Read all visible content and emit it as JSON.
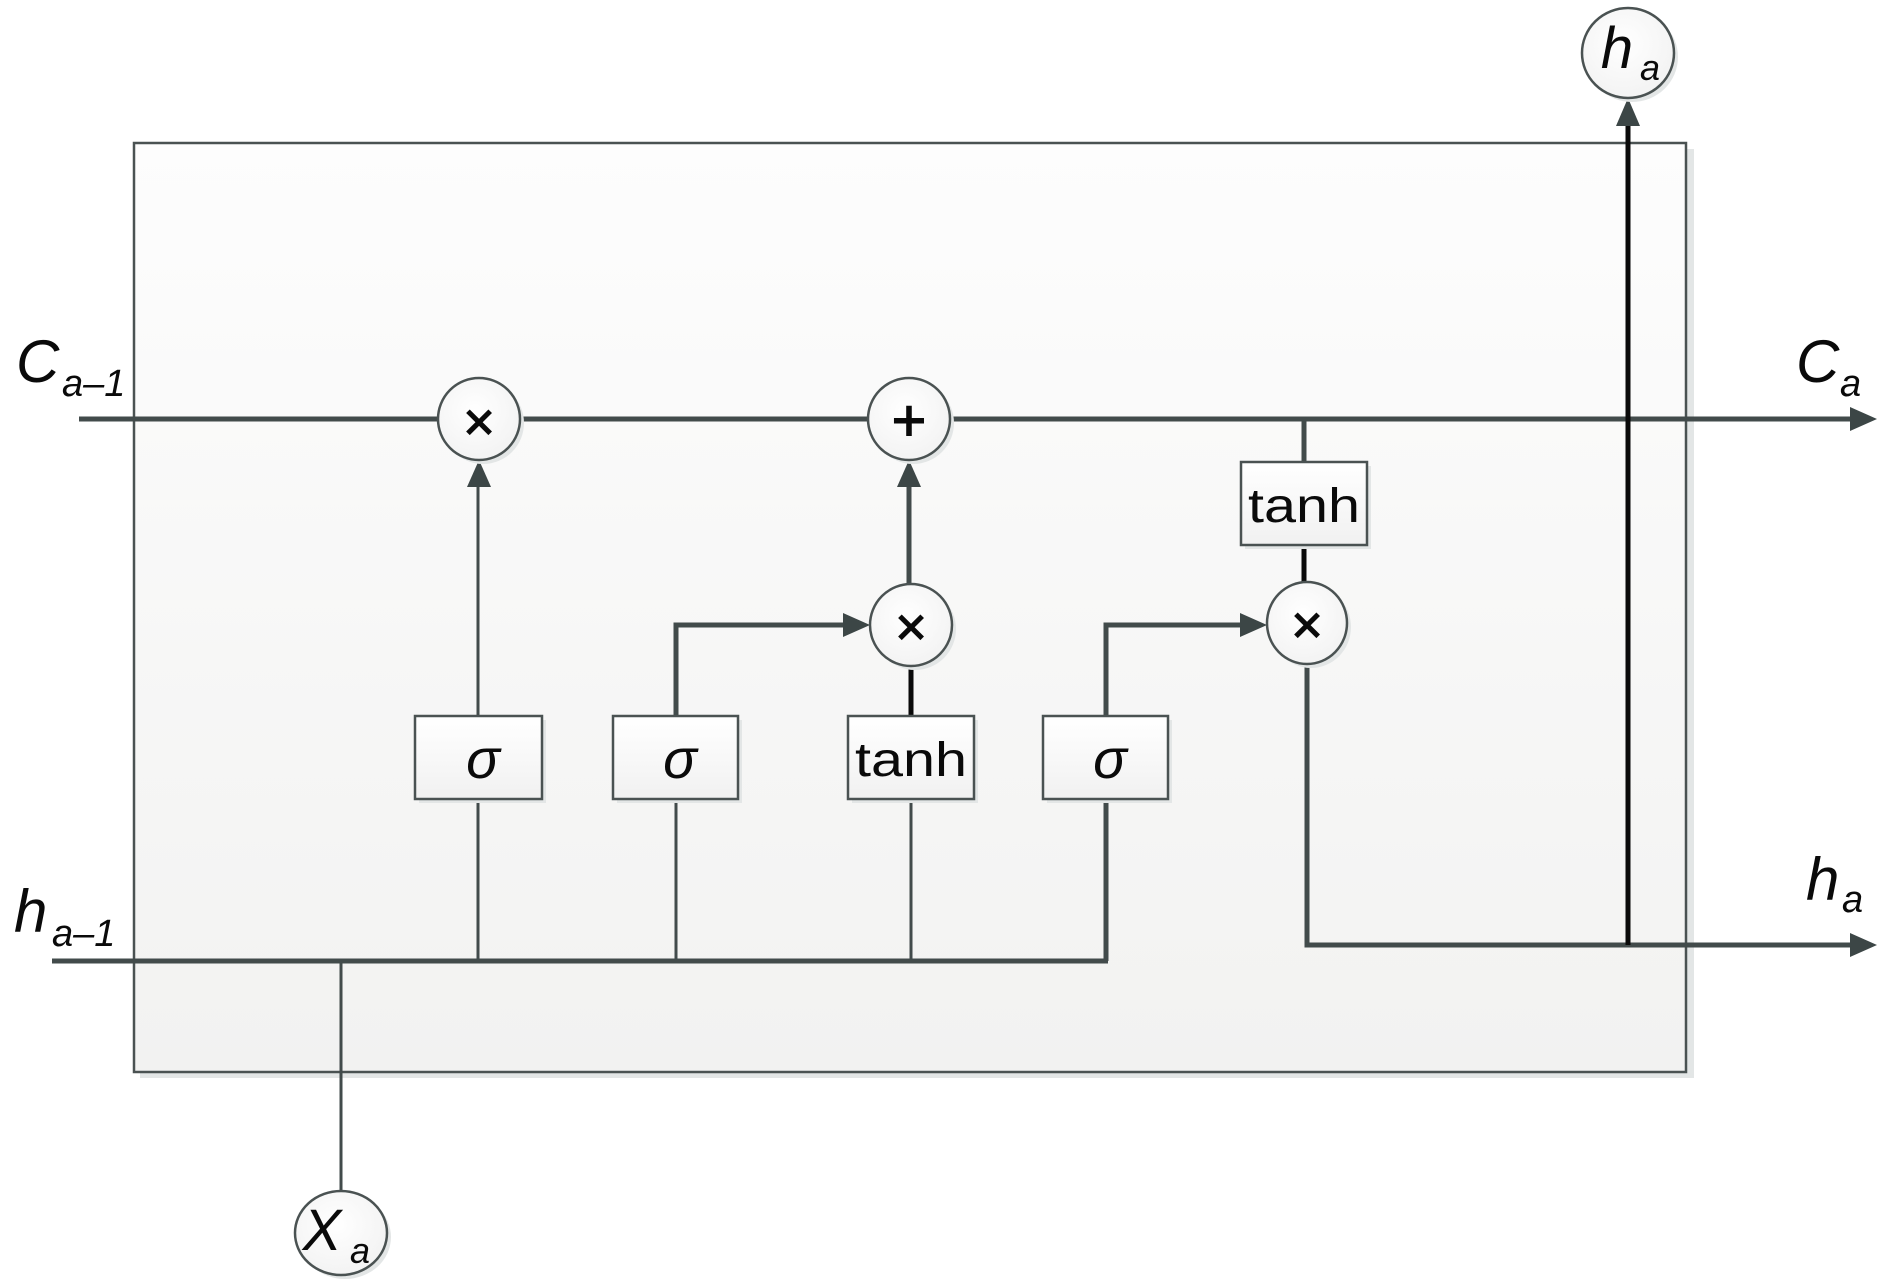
{
  "diagram": {
    "type": "LSTM cell",
    "inputs": {
      "cell_state_in": {
        "main": "C",
        "sub": "a–1"
      },
      "hidden_in": {
        "main": "h",
        "sub": "a–1"
      },
      "x_in": {
        "main": "X",
        "sub": "a"
      }
    },
    "outputs": {
      "cell_state_out": {
        "main": "C",
        "sub": "a"
      },
      "hidden_out_right": {
        "main": "h",
        "sub": "a"
      },
      "hidden_out_top": {
        "main": "h",
        "sub": "a"
      }
    },
    "operators": {
      "forget_multiply": "×",
      "cell_add": "+",
      "input_multiply": "×",
      "output_multiply": "×"
    },
    "gates": {
      "forget_gate": "σ",
      "input_gate": "σ",
      "candidate": "tanh",
      "output_gate": "σ",
      "cell_tanh": "tanh"
    },
    "colors": {
      "line": "#424b4b",
      "text": "#0a0a0a",
      "cell_bg_top": "#fdfdfd",
      "cell_bg_bottom": "#f2f2f1"
    }
  }
}
